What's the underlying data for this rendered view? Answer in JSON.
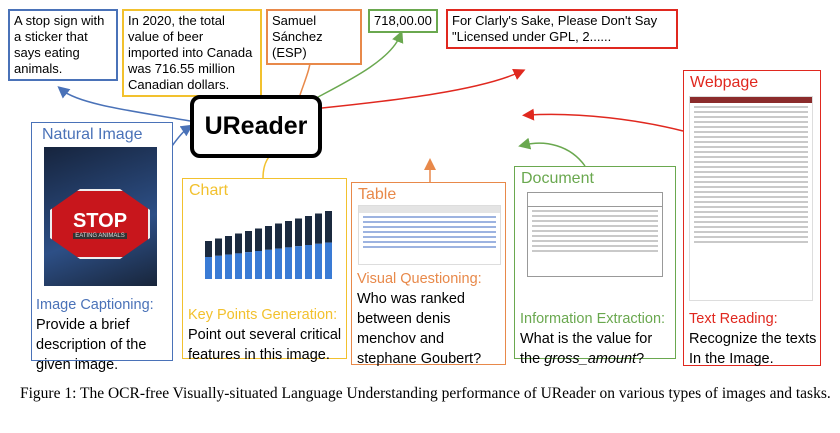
{
  "model_name": "UReader",
  "outputs": [
    {
      "text": "A stop sign with a sticker that says eating animals.",
      "color": "#4a72b8"
    },
    {
      "text": "In 2020, the total value of beer imported into Canada was 716.55 million Canadian dollars.",
      "color": "#f2c12e"
    },
    {
      "text": "Samuel Sánchez (ESP)",
      "color": "#e8894a"
    },
    {
      "text": "718,00.00",
      "color": "#6aa84f"
    },
    {
      "text": "For Clarly's Sake, Please Don't Say \"Licensed under GPL, 2......",
      "color": "#e0281f"
    }
  ],
  "panels": {
    "natural": {
      "title": "Natural Image",
      "task": "Image Captioning:",
      "prompt": "Provide a brief description of the given image.",
      "sign_text": "STOP",
      "sticker_text": "EATING ANIMALS"
    },
    "chart": {
      "title": "Chart",
      "task": "Key Points Generation:",
      "prompt": "Point out several critical features in this image."
    },
    "table": {
      "title": "Table",
      "task": "Visual Questioning:",
      "prompt": "Who was ranked between denis menchov and stephane Goubert?"
    },
    "document": {
      "title": "Document",
      "task": "Information Extraction:",
      "prompt_pre": "What is the value for the ",
      "prompt_em": "gross_amount",
      "prompt_post": "?"
    },
    "webpage": {
      "title": "Webpage",
      "task": "Text Reading:",
      "prompt": "Recognize the texts In the Image."
    }
  },
  "caption": "Figure 1: The OCR-free Visually-situated Language Understanding performance of UReader on various types of images and tasks."
}
